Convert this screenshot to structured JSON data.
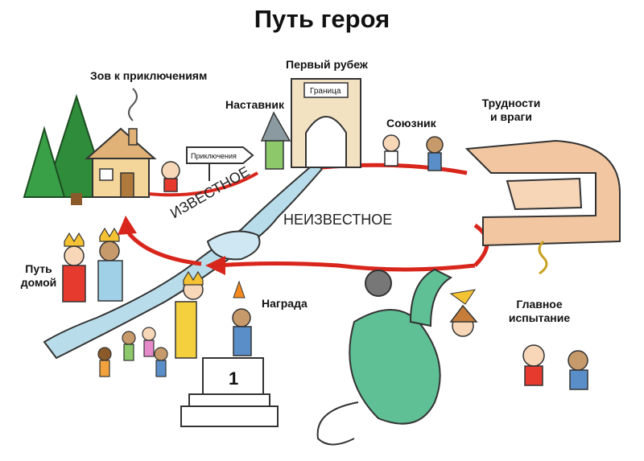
{
  "title": "Путь героя",
  "labels": {
    "call": "Зов к приключениям",
    "threshold": "Первый рубеж",
    "mentor": "Наставник",
    "ally": "Союзник",
    "trials_line1": "Трудности",
    "trials_line2": "и враги",
    "return_line1": "Путь",
    "return_line2": "домой",
    "reward": "Награда",
    "ordeal_line1": "Главное",
    "ordeal_line2": "испытание"
  },
  "zones": {
    "known": "ИЗВЕСТНОЕ",
    "unknown": "НЕИЗВЕСТНОЕ"
  },
  "signs": {
    "gate": "Граница",
    "road": "Приключения"
  },
  "podium_place": "1",
  "colors": {
    "path_arrow": "#d9261c",
    "river": "#b8dcea",
    "brick": "#f2c6a0",
    "dragon": "#5fbf95",
    "tree": "#2f8c3a",
    "house": "#f4d59a"
  }
}
